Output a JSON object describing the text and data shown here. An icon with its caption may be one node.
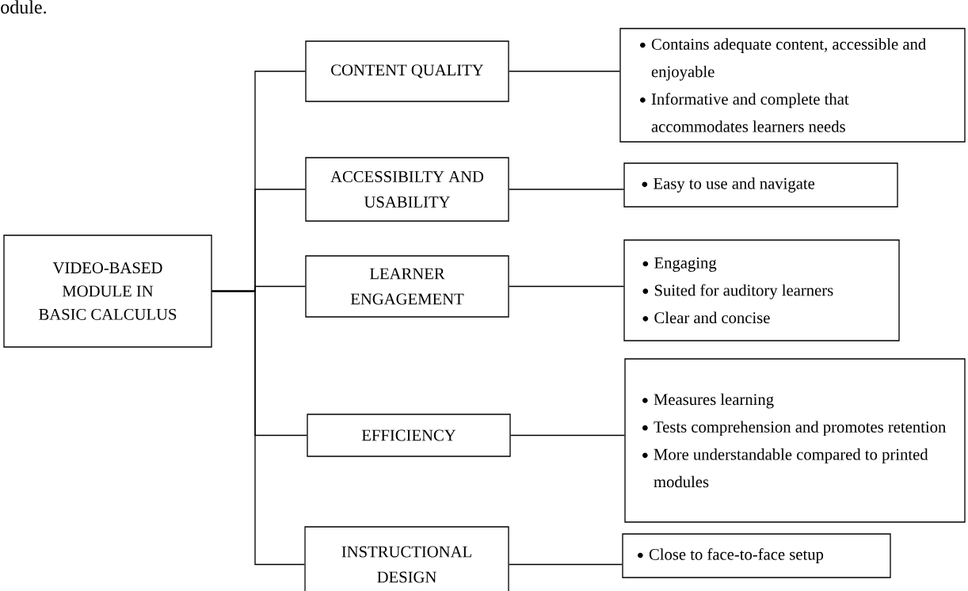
{
  "diagram": {
    "nodes": [
      {
        "text": [
          "VIDEO-BASED MODULE IN BASIC CALCULUS"
        ]
      },
      {
        "text": [
          "CONTENT QUALITY"
        ]
      },
      {
        "text": [
          "ACCESSIBILTY AND USABILITY"
        ]
      },
      {
        "text": [
          "LEARNER ENGAGEMENT"
        ]
      },
      {
        "text": [
          "EFFICIENCY"
        ]
      },
      {
        "text": [
          "INSTRUCTIONAL DESIGN"
        ]
      },
      {
        "text": [
          "Contains adequate content, accessible and enjoyable",
          "Informative and complete that accommodates learners needs"
        ]
      },
      {
        "text": [
          "Easy to use and navigate"
        ]
      },
      {
        "text": [
          "Engaging",
          "Suited for auditory learners",
          "Clear and concise"
        ]
      },
      {
        "text": [
          "Measures learning",
          "Tests comprehension and promotes retention",
          "More understandable compared to printed modules"
        ]
      },
      {
        "text": [
          "Close to face-to-face setup"
        ]
      }
    ],
    "edges": [
      {
        "from": 0,
        "to": 1,
        "arrow": "none"
      },
      {
        "from": 0,
        "to": 2,
        "arrow": "none"
      },
      {
        "from": 0,
        "to": 3,
        "arrow": "none"
      },
      {
        "from": 0,
        "to": 4,
        "arrow": "none"
      },
      {
        "from": 0,
        "to": 5,
        "arrow": "none"
      },
      {
        "from": 1,
        "to": 6,
        "arrow": "none"
      },
      {
        "from": 2,
        "to": 7,
        "arrow": "none"
      },
      {
        "from": 3,
        "to": 8,
        "arrow": "none"
      },
      {
        "from": 4,
        "to": 9,
        "arrow": "none"
      },
      {
        "from": 5,
        "to": 10,
        "arrow": "none"
      }
    ],
    "labels": [
      "odule."
    ]
  }
}
